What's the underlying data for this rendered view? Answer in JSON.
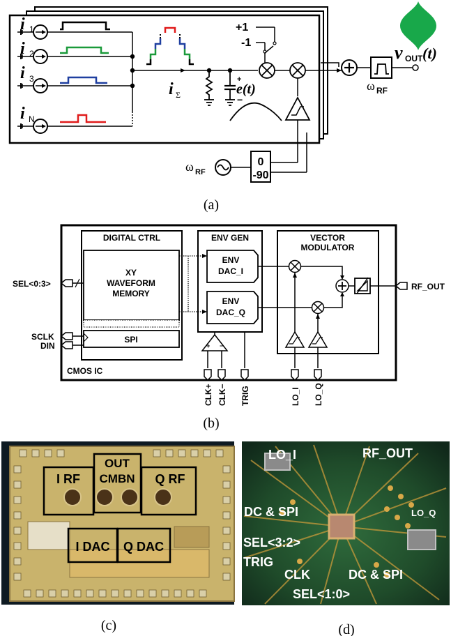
{
  "panel_a": {
    "caption": "(a)",
    "currents": [
      "i",
      "i",
      "i",
      "i"
    ],
    "current_subs": [
      "1",
      "2",
      "3",
      "N"
    ],
    "i_sigma": "i",
    "i_sigma_sub": "Σ",
    "error": "e(t)",
    "plus_one": "+1",
    "minus_one": "-1",
    "omega": "ω",
    "omega_sub": "RF",
    "vout": "v",
    "vout_sub": "OUT",
    "vout_arg": "(t)",
    "phase_0": "0",
    "phase_90": "-90",
    "plus_sign": "+",
    "minus_sign": "−",
    "colors": {
      "ch1": "#000000",
      "ch2": "#1a9a3a",
      "ch3": "#1f3fa0",
      "chN": "#e01b1b",
      "green_blob": "#18a84a"
    }
  },
  "panel_b": {
    "caption": "(b)",
    "digital_ctrl": "DIGITAL CTRL",
    "memory": [
      "XY",
      "WAVEFORM",
      "MEMORY"
    ],
    "spi": "SPI",
    "cmos_ic": "CMOS IC",
    "env_gen": "ENV GEN",
    "dac_i": [
      "ENV",
      "DAC_I"
    ],
    "dac_q": [
      "ENV",
      "DAC_Q"
    ],
    "vector_mod": [
      "VECTOR",
      "MODULATOR"
    ],
    "sel": "SEL<0:3>",
    "sclk": "SCLK",
    "din": "DIN",
    "rf_out": "RF_OUT",
    "bottom_pins": [
      "CLK+",
      "CLK−",
      "TRIG",
      "LO_I",
      "LO_Q"
    ]
  },
  "panel_c": {
    "caption": "(c)",
    "blocks": [
      "I RF",
      "OUT",
      "CMBN",
      "Q RF",
      "I DAC",
      "Q DAC"
    ]
  },
  "panel_d": {
    "caption": "(d)",
    "labels": [
      "LO_I",
      "RF_OUT",
      "DC & SPI",
      "LO_Q",
      "SEL<3:2>",
      "TRIG",
      "CLK",
      "DC & SPI",
      "SEL<1:0>"
    ]
  }
}
